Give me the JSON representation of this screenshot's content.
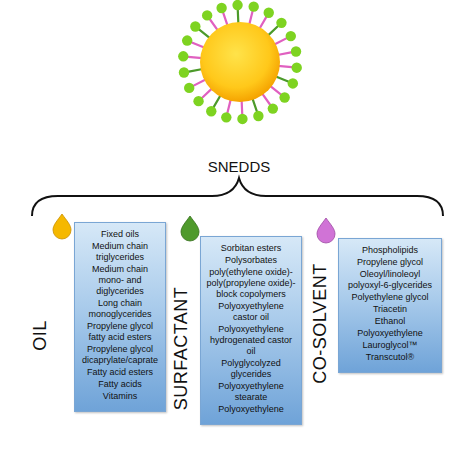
{
  "diagram": {
    "nodes": [
      {
        "text": [
          "OIL",
          "Fixed oils",
          "Medium chain triglycerides",
          "Medium chain mono- and diglycerides",
          "Long chain monoglycerides",
          "Propylene glycol fatty acid esters",
          "Propylene glycol dicaprylate/caprate",
          "Fatty acid esters",
          "Fatty acids",
          "Vitamins"
        ]
      },
      {
        "text": [
          "SURFACTANT",
          "Sorbitan esters",
          "Polysorbates",
          "poly(ethylene oxide)-poly(propylene oxide)-block copolymers",
          "Polyoxyethylene castor oil",
          "Polyoxyethylene hydrogenated castor oil",
          "Polyglycolyzed glycerides",
          "Polyoxyethylene stearate",
          "Polyoxyethylene"
        ]
      },
      {
        "text": [
          "CO-SOLVENT",
          "Phospholipids",
          "Propylene glycol",
          "Oleoyl/linoleoyl polyoxyl-6-glycerides",
          "Polyethylene glycol",
          "Triacetin",
          "Ethanol",
          "Polyoxyethylene",
          "Lauroglycol™",
          "Transcutol®"
        ]
      }
    ],
    "labels": [
      "SNEDDS"
    ]
  }
}
